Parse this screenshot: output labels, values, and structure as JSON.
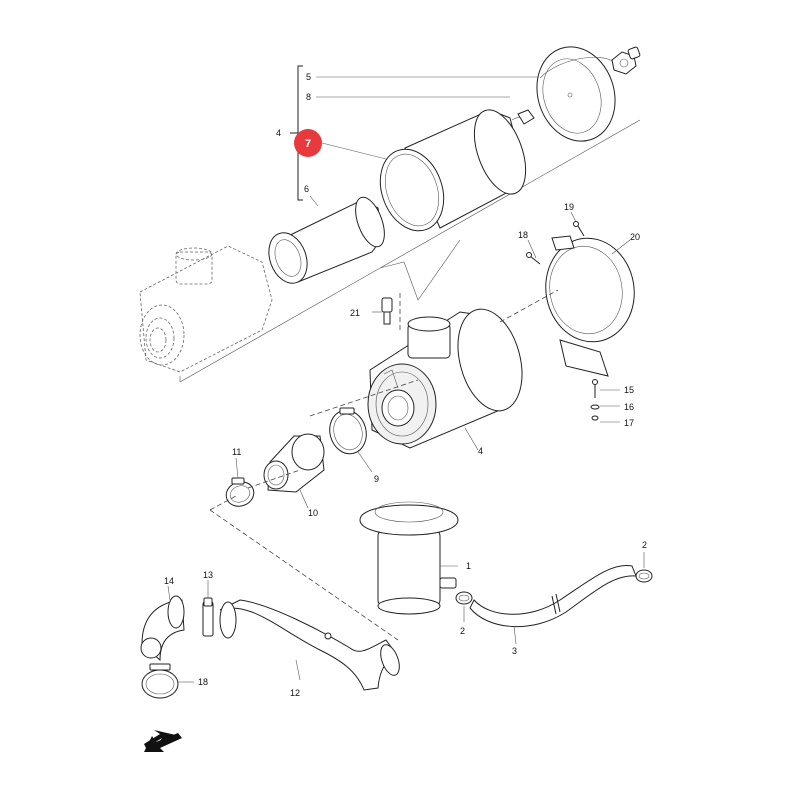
{
  "highlight": {
    "label": "7",
    "color": "#e8393c"
  },
  "callouts": {
    "c5": "5",
    "c8": "8",
    "c4a": "4",
    "c6": "6",
    "c19": "19",
    "c18a": "18",
    "c20": "20",
    "c21": "21",
    "c15": "15",
    "c16": "16",
    "c17": "17",
    "c4b": "4",
    "c11": "11",
    "c9": "9",
    "c10": "10",
    "c1": "1",
    "c2a": "2",
    "c2b": "2",
    "c3": "3",
    "c14": "14",
    "c13": "13",
    "c18b": "18",
    "c12": "12"
  },
  "icons": {
    "direction": "arrow-icon"
  }
}
